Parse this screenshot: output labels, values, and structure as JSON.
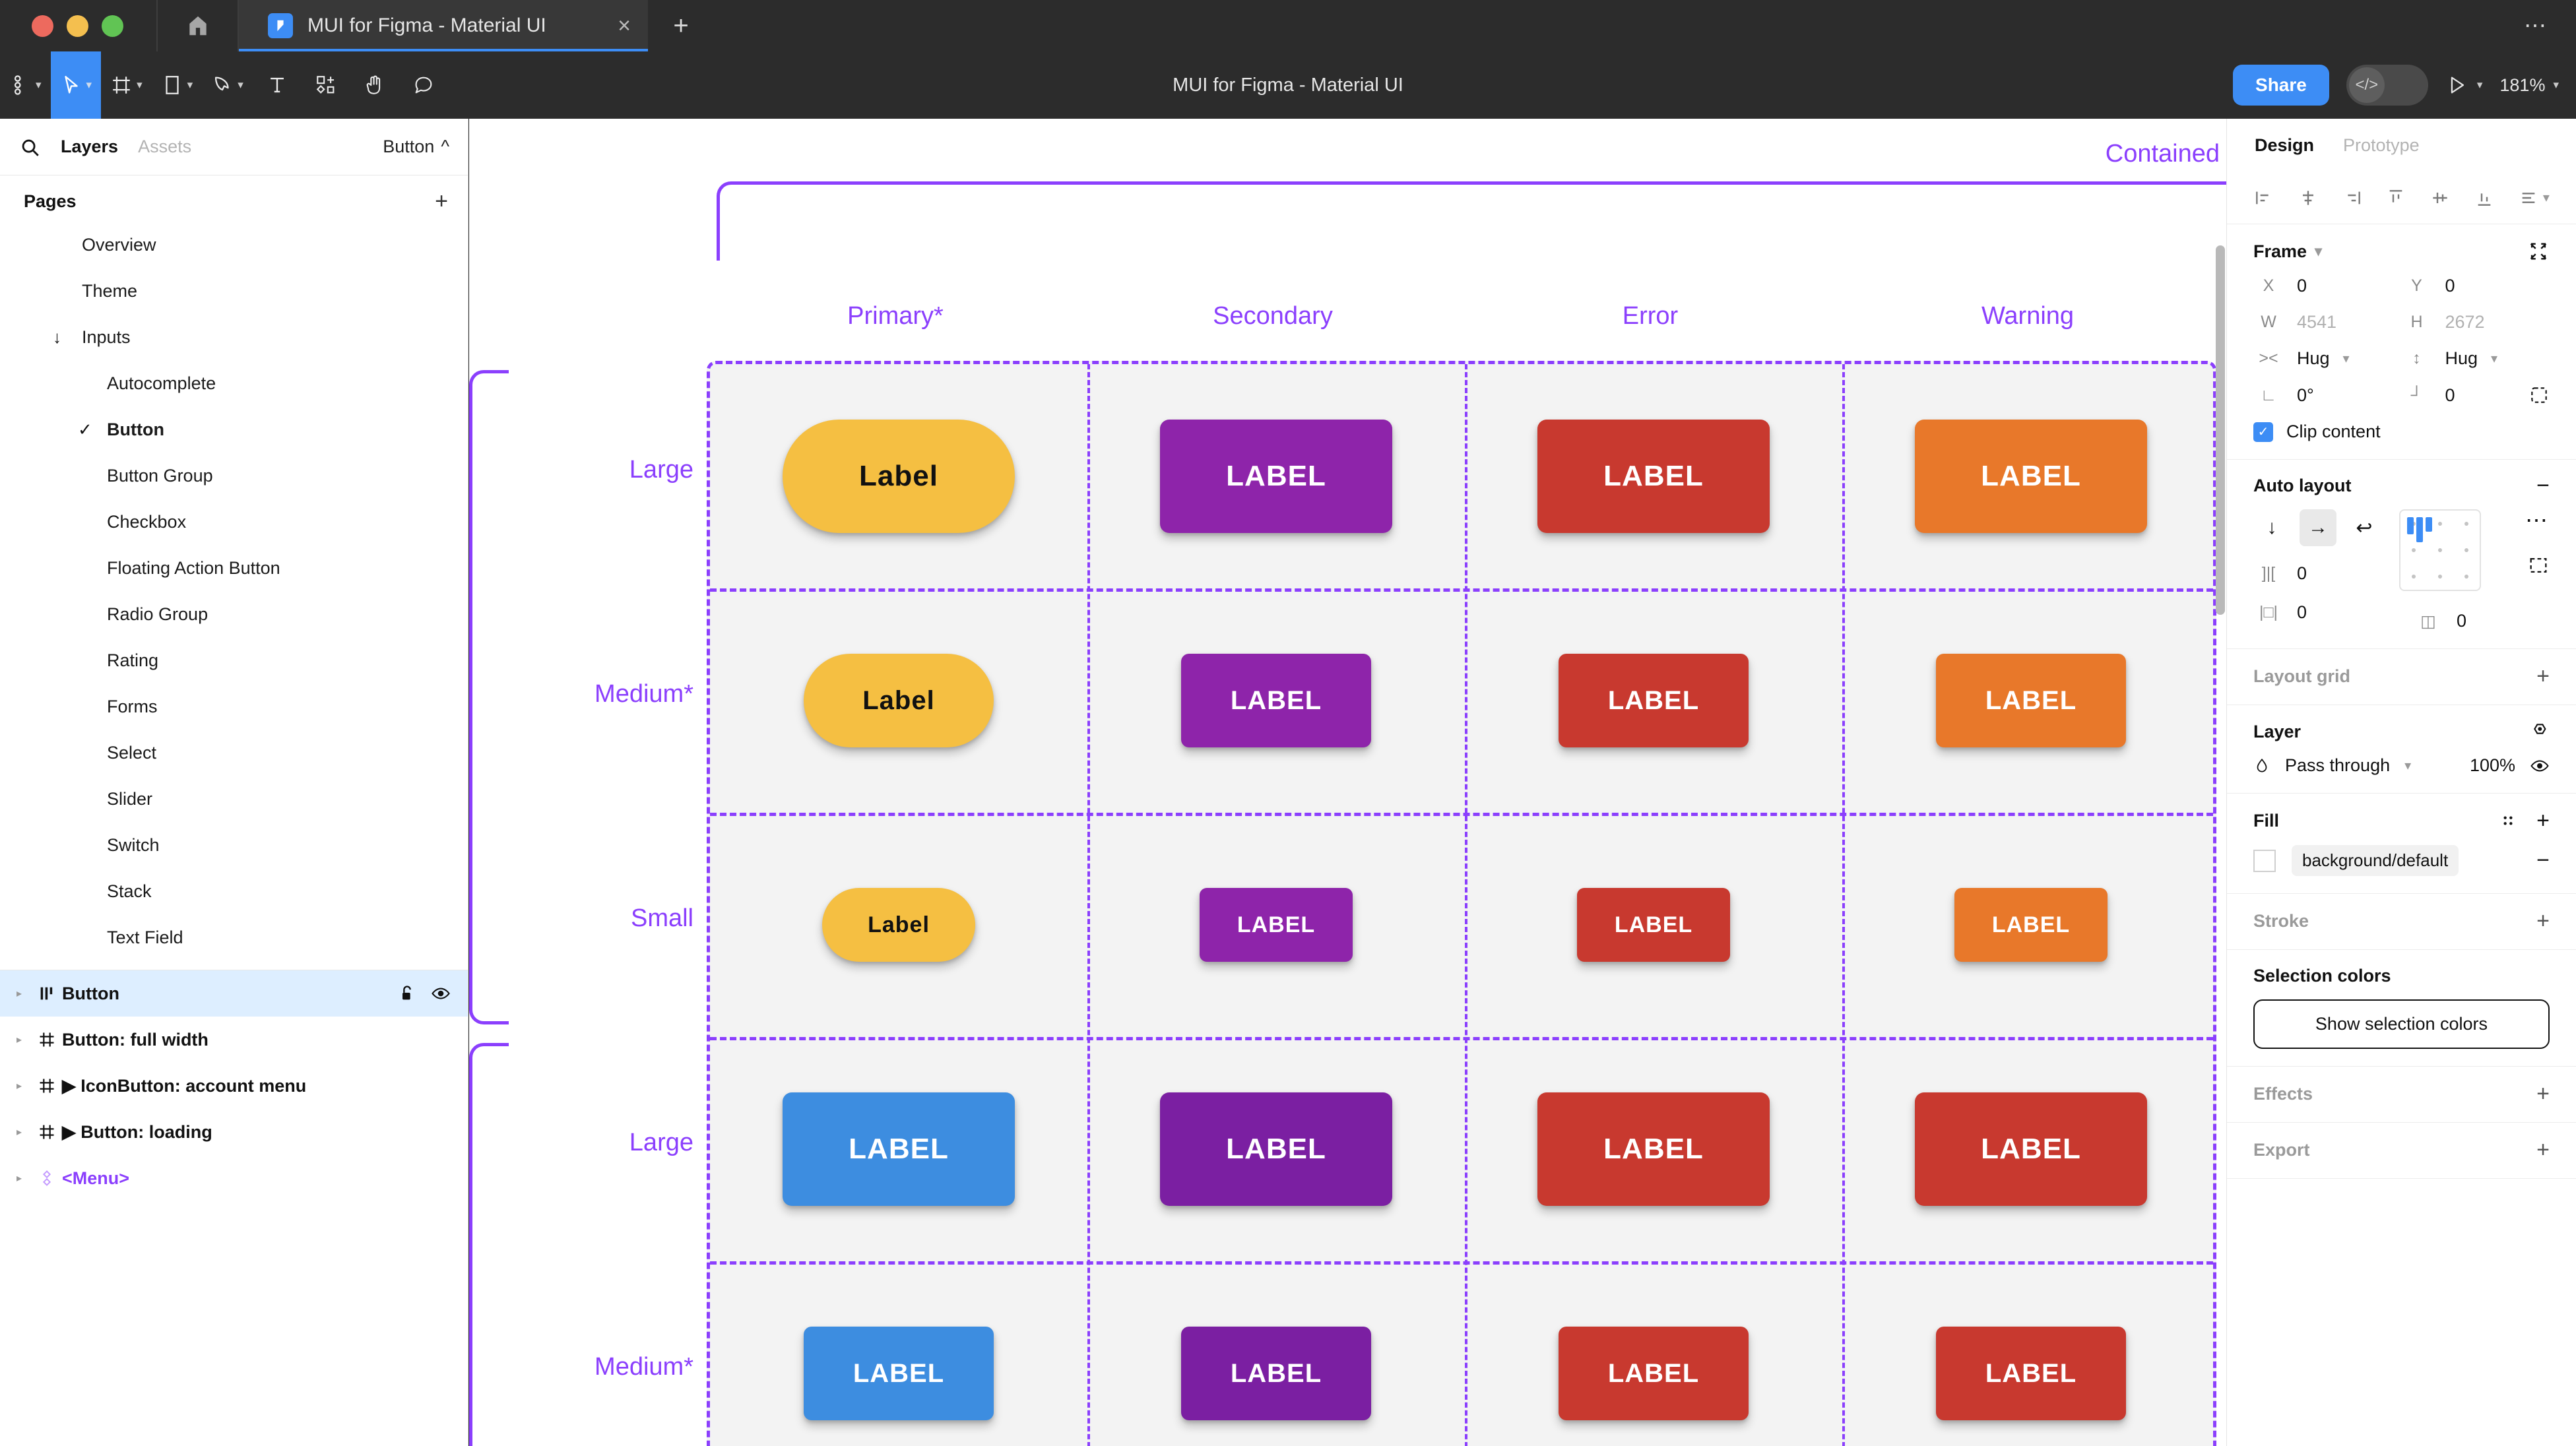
{
  "window": {
    "traffic_lights": [
      "close",
      "minimize",
      "maximize"
    ],
    "home_icon": "home-icon",
    "tab": {
      "title": "MUI for Figma - Material UI",
      "icon": "figma-file-icon",
      "close": "×"
    },
    "new_tab": "+",
    "more": "⋯"
  },
  "toolbar": {
    "menu_icon": "figma-logo-icon",
    "tools": [
      {
        "name": "main-menu",
        "icon": "figma-logo-icon",
        "has_chevron": true,
        "active": false
      },
      {
        "name": "move",
        "icon": "cursor-icon",
        "has_chevron": true,
        "active": true
      },
      {
        "name": "frame",
        "icon": "frame-icon",
        "has_chevron": true,
        "active": false
      },
      {
        "name": "shape",
        "icon": "rectangle-icon",
        "has_chevron": true,
        "active": false
      },
      {
        "name": "pen",
        "icon": "pen-icon",
        "has_chevron": true,
        "active": false
      },
      {
        "name": "text",
        "icon": "text-icon",
        "has_chevron": false,
        "active": false
      },
      {
        "name": "resources",
        "icon": "components-icon",
        "has_chevron": false,
        "active": false
      },
      {
        "name": "hand",
        "icon": "hand-icon",
        "has_chevron": false,
        "active": false
      },
      {
        "name": "comment",
        "icon": "comment-icon",
        "has_chevron": false,
        "active": false
      }
    ],
    "document_title": "MUI for Figma - Material UI",
    "share_label": "Share",
    "dev_mode_icon": "code-icon",
    "present_icon": "play-icon",
    "zoom_level": "181%"
  },
  "left_panel": {
    "search_icon": "search-icon",
    "tabs": [
      {
        "label": "Layers",
        "active": true
      },
      {
        "label": "Assets",
        "active": false
      }
    ],
    "selected_page_dropdown": "Button",
    "pages_title": "Pages",
    "add_page_icon": "plus-icon",
    "pages": [
      {
        "label": "Overview",
        "indent": 1,
        "checked": false,
        "bold": false,
        "arrow": ""
      },
      {
        "label": "Theme",
        "indent": 1,
        "checked": false,
        "bold": false,
        "arrow": ""
      },
      {
        "label": "Inputs",
        "indent": 1,
        "checked": false,
        "bold": false,
        "arrow": "↓"
      },
      {
        "label": "Autocomplete",
        "indent": 2,
        "checked": false,
        "bold": false,
        "arrow": ""
      },
      {
        "label": "Button",
        "indent": 2,
        "checked": true,
        "bold": true,
        "arrow": ""
      },
      {
        "label": "Button Group",
        "indent": 2,
        "checked": false,
        "bold": false,
        "arrow": ""
      },
      {
        "label": "Checkbox",
        "indent": 2,
        "checked": false,
        "bold": false,
        "arrow": ""
      },
      {
        "label": "Floating Action Button",
        "indent": 2,
        "checked": false,
        "bold": false,
        "arrow": ""
      },
      {
        "label": "Radio Group",
        "indent": 2,
        "checked": false,
        "bold": false,
        "arrow": ""
      },
      {
        "label": "Rating",
        "indent": 2,
        "checked": false,
        "bold": false,
        "arrow": ""
      },
      {
        "label": "Forms",
        "indent": 2,
        "checked": false,
        "bold": false,
        "arrow": ""
      },
      {
        "label": "Select",
        "indent": 2,
        "checked": false,
        "bold": false,
        "arrow": ""
      },
      {
        "label": "Slider",
        "indent": 2,
        "checked": false,
        "bold": false,
        "arrow": ""
      },
      {
        "label": "Switch",
        "indent": 2,
        "checked": false,
        "bold": false,
        "arrow": ""
      },
      {
        "label": "Stack",
        "indent": 2,
        "checked": false,
        "bold": false,
        "arrow": ""
      },
      {
        "label": "Text Field",
        "indent": 2,
        "checked": false,
        "bold": false,
        "arrow": ""
      }
    ],
    "layers": [
      {
        "label": "Button",
        "icon": "component-set-icon",
        "selected": true,
        "expand": "▸",
        "prefix": "",
        "lock_icon": "unlock-icon",
        "eye_icon": "eye-icon"
      },
      {
        "label": "Button: full width",
        "icon": "frame-icon",
        "selected": false,
        "expand": "▸",
        "prefix": ""
      },
      {
        "label": "IconButton: account menu",
        "icon": "frame-icon",
        "selected": false,
        "expand": "▸",
        "prefix": "▶"
      },
      {
        "label": "Button: loading",
        "icon": "frame-icon",
        "selected": false,
        "expand": "▸",
        "prefix": "▶"
      },
      {
        "label": "<Menu>",
        "icon": "component-icon",
        "selected": false,
        "expand": "▸",
        "prefix": "",
        "accent": true
      }
    ]
  },
  "canvas": {
    "frame_title": "Contained",
    "columns": [
      "Primary*",
      "Secondary",
      "Error",
      "Warning"
    ],
    "row_groups": [
      {
        "rows": [
          "Large",
          "Medium*",
          "Small"
        ]
      },
      {
        "rows": [
          "Large",
          "Medium*"
        ]
      }
    ],
    "button_label_sentence": "Label",
    "button_label_upper": "LABEL",
    "colors": {
      "primary_top": "#f5bf42",
      "primary_bottom": "#3d8de0",
      "secondary": "#8e24aa",
      "error": "#c8392f",
      "warning": "#e8782a",
      "purple_accent": "#8b3ffd",
      "canvas_grid_bg": "#f3f3f3"
    },
    "grid": [
      {
        "row": "Large",
        "size": "large",
        "cells": [
          {
            "column": "Primary*",
            "label": "Label",
            "fill": "#f5bf42",
            "text": "#111111",
            "shape": "pill"
          },
          {
            "column": "Secondary",
            "label": "LABEL",
            "fill": "#8e24aa",
            "text": "#ffffff",
            "shape": "rect"
          },
          {
            "column": "Error",
            "label": "LABEL",
            "fill": "#c8392f",
            "text": "#ffffff",
            "shape": "rect"
          },
          {
            "column": "Warning",
            "label": "LABEL",
            "fill": "#e8782a",
            "text": "#ffffff",
            "shape": "rect"
          }
        ]
      },
      {
        "row": "Medium*",
        "size": "medium",
        "cells": [
          {
            "column": "Primary*",
            "label": "Label",
            "fill": "#f5bf42",
            "text": "#111111",
            "shape": "pill"
          },
          {
            "column": "Secondary",
            "label": "LABEL",
            "fill": "#8e24aa",
            "text": "#ffffff",
            "shape": "rect"
          },
          {
            "column": "Error",
            "label": "LABEL",
            "fill": "#c8392f",
            "text": "#ffffff",
            "shape": "rect"
          },
          {
            "column": "Warning",
            "label": "LABEL",
            "fill": "#e8782a",
            "text": "#ffffff",
            "shape": "rect"
          }
        ]
      },
      {
        "row": "Small",
        "size": "small",
        "cells": [
          {
            "column": "Primary*",
            "label": "Label",
            "fill": "#f5bf42",
            "text": "#111111",
            "shape": "pill"
          },
          {
            "column": "Secondary",
            "label": "LABEL",
            "fill": "#8e24aa",
            "text": "#ffffff",
            "shape": "rect"
          },
          {
            "column": "Error",
            "label": "LABEL",
            "fill": "#c8392f",
            "text": "#ffffff",
            "shape": "rect"
          },
          {
            "column": "Warning",
            "label": "LABEL",
            "fill": "#e8782a",
            "text": "#ffffff",
            "shape": "rect"
          }
        ]
      },
      {
        "row": "Large",
        "size": "large",
        "cells": [
          {
            "column": "Primary*",
            "label": "LABEL",
            "fill": "#3d8de0",
            "text": "#ffffff",
            "shape": "rect"
          },
          {
            "column": "Secondary",
            "label": "LABEL",
            "fill": "#7b1fa2",
            "text": "#ffffff",
            "shape": "rect"
          },
          {
            "column": "Error",
            "label": "LABEL",
            "fill": "#c8392f",
            "text": "#ffffff",
            "shape": "rect"
          },
          {
            "column": "Warning",
            "label": "LABEL",
            "fill": "#c8392f",
            "text": "#ffffff",
            "shape": "rect"
          }
        ]
      },
      {
        "row": "Medium*",
        "size": "medium",
        "cells": [
          {
            "column": "Primary*",
            "label": "LABEL",
            "fill": "#3d8de0",
            "text": "#ffffff",
            "shape": "rect"
          },
          {
            "column": "Secondary",
            "label": "LABEL",
            "fill": "#7b1fa2",
            "text": "#ffffff",
            "shape": "rect"
          },
          {
            "column": "Error",
            "label": "LABEL",
            "fill": "#c8392f",
            "text": "#ffffff",
            "shape": "rect"
          },
          {
            "column": "Warning",
            "label": "LABEL",
            "fill": "#c8392f",
            "text": "#ffffff",
            "shape": "rect"
          }
        ]
      }
    ]
  },
  "right_panel": {
    "tabs": [
      {
        "label": "Design",
        "active": true
      },
      {
        "label": "Prototype",
        "active": false
      }
    ],
    "align_icons": [
      "align-left-icon",
      "align-horizontal-center-icon",
      "align-right-icon",
      "align-top-icon",
      "align-vertical-center-icon",
      "align-bottom-icon",
      "distribute-icon"
    ],
    "frame": {
      "title": "Frame",
      "x_label": "X",
      "x_value": "0",
      "y_label": "Y",
      "y_value": "0",
      "w_label": "W",
      "w_value": "4541",
      "h_label": "H",
      "h_value": "2672",
      "width_mode": "Hug",
      "height_mode": "Hug",
      "rotation": "0°",
      "corner_radius": "0",
      "clip_content_label": "Clip content",
      "clip_content_checked": true,
      "collapse_icon": "collapse-icon",
      "independent_corners_icon": "independent-corners-icon"
    },
    "auto_layout": {
      "title": "Auto layout",
      "remove_icon": "minus-icon",
      "direction_vertical": "↓",
      "direction_horizontal": "→",
      "direction_wrap": "↩",
      "active_direction": "horizontal",
      "gap_value": "0",
      "padding_h_value": "0",
      "padding_v_value": "0",
      "more_icon": "more-options-icon",
      "advanced_icon": "advanced-layout-icon"
    },
    "layout_grid": {
      "title": "Layout grid",
      "add_icon": "plus-icon"
    },
    "layer": {
      "title": "Layer",
      "blend_mode": "Pass through",
      "opacity": "100%",
      "visibility_icon": "eye-icon",
      "effects_icon": "layer-effects-icon"
    },
    "fill": {
      "title": "Fill",
      "style_icon": "styles-icon",
      "add_icon": "plus-icon",
      "items": [
        {
          "name": "background/default",
          "swatch": "#ffffff",
          "remove_icon": "minus-icon"
        }
      ]
    },
    "stroke": {
      "title": "Stroke",
      "add_icon": "plus-icon"
    },
    "selection_colors": {
      "title": "Selection colors",
      "button_label": "Show selection colors"
    },
    "effects": {
      "title": "Effects",
      "add_icon": "plus-icon"
    },
    "export": {
      "title": "Export",
      "add_icon": "plus-icon"
    }
  }
}
